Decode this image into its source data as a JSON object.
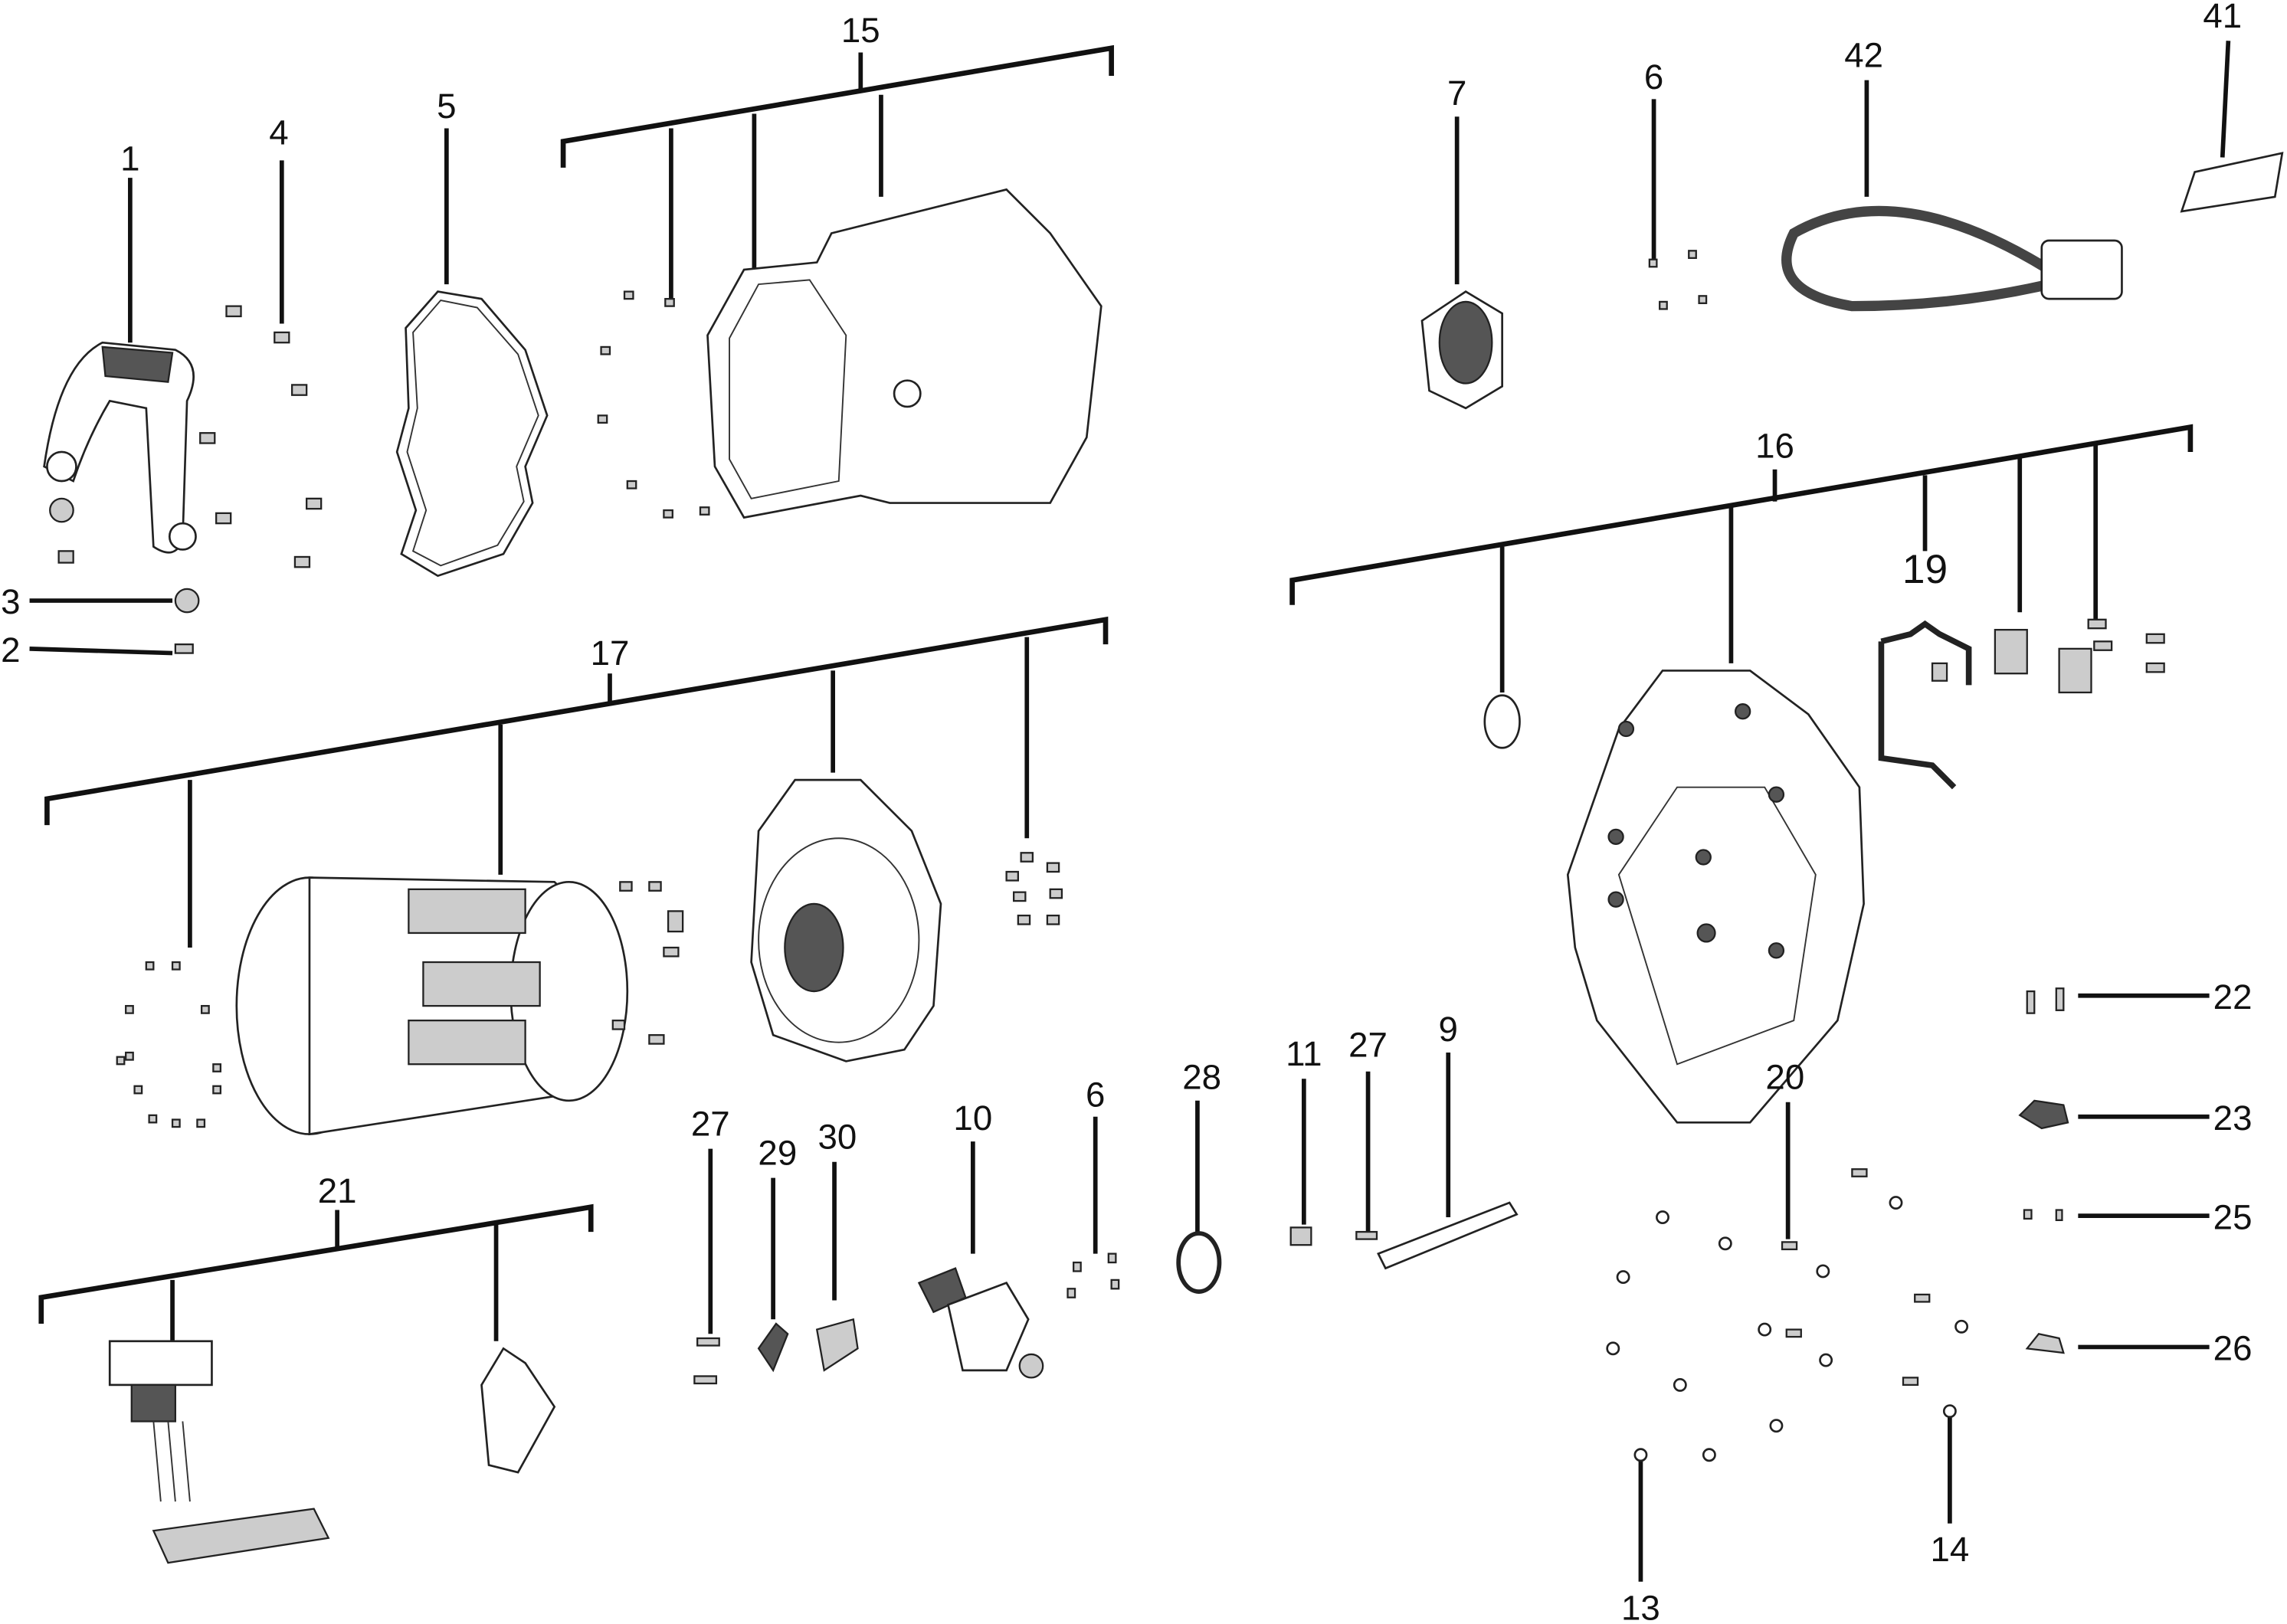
{
  "diagram": {
    "title": "Exploded parts diagram",
    "callouts": {
      "p1": "1",
      "p2": "2",
      "p3": "3",
      "p4": "4",
      "p5": "5",
      "p6a": "6",
      "p6b": "6",
      "p7": "7",
      "p9": "9",
      "p10": "10",
      "p11": "11",
      "p13": "13",
      "p14": "14",
      "p15": "15",
      "p16": "16",
      "p17": "17",
      "p19": "19",
      "p20": "20",
      "p21": "21",
      "p22": "22",
      "p23": "23",
      "p25": "25",
      "p26": "26",
      "p27a": "27",
      "p27b": "27",
      "p28": "28",
      "p29": "29",
      "p30": "30",
      "p41": "41",
      "p42": "42"
    }
  }
}
